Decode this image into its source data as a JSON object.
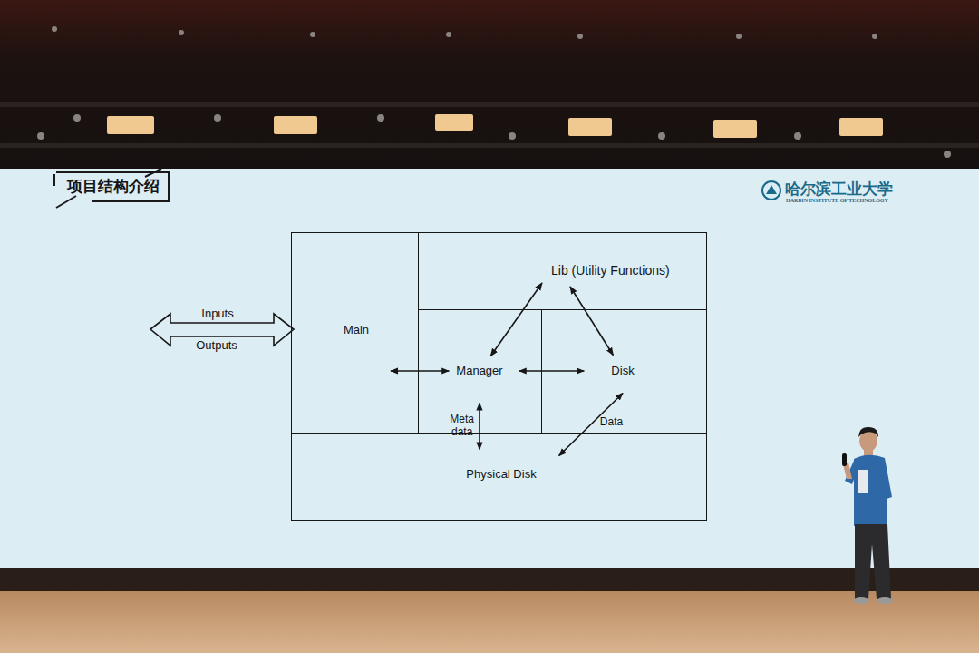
{
  "diagram": {
    "title": "项目结构介绍",
    "nodes": [
      {
        "text": [
          "Main"
        ]
      },
      {
        "text": [
          "Lib (Utility Functions)"
        ]
      },
      {
        "text": [
          "Manager"
        ]
      },
      {
        "text": [
          "Disk"
        ]
      },
      {
        "text": [
          "Physical Disk"
        ]
      }
    ],
    "edges": [
      {
        "from": 0,
        "to": 2,
        "arrow": "both"
      },
      {
        "from": 2,
        "to": 1,
        "arrow": "both"
      },
      {
        "from": 1,
        "to": 3,
        "arrow": "both"
      },
      {
        "from": 2,
        "to": 3,
        "arrow": "both"
      },
      {
        "from": 2,
        "to": 4,
        "label": "Meta data",
        "arrow": "both"
      },
      {
        "from": 3,
        "to": 4,
        "label": "Data",
        "arrow": "both"
      }
    ],
    "labels": [
      "Inputs",
      "Outputs",
      "哈尔滨工业大学",
      "HARBIN INSTITUTE OF TECHNOLOGY"
    ]
  }
}
